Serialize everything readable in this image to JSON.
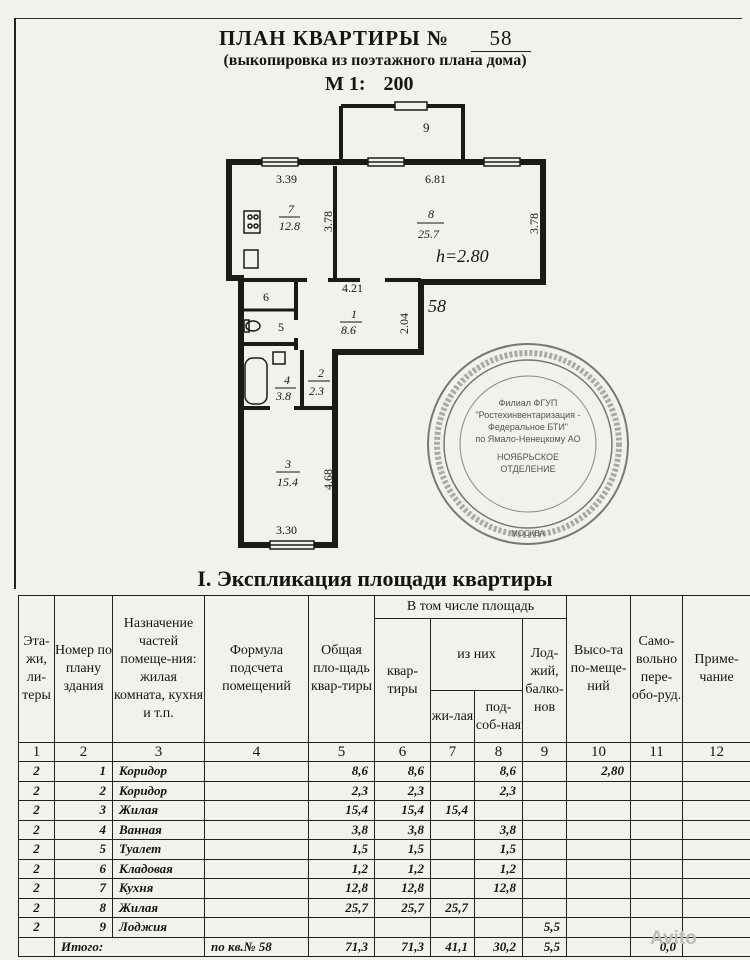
{
  "header": {
    "title": "ПЛАН КВАРТИРЫ №",
    "apartment_number": "58",
    "subtitle": "(выкопировка из поэтажного плана дома)",
    "scale_label": "М 1:",
    "scale_value": "200"
  },
  "plan": {
    "rooms": [
      {
        "num": "9",
        "area": ""
      },
      {
        "num": "7",
        "area": "12.8"
      },
      {
        "num": "8",
        "area": "25.7"
      },
      {
        "num": "6",
        "area": ""
      },
      {
        "num": "5",
        "area": ""
      },
      {
        "num": "1",
        "area": "8.6"
      },
      {
        "num": "4",
        "area": "3.8"
      },
      {
        "num": "2",
        "area": "2.3"
      },
      {
        "num": "3",
        "area": "15.4"
      }
    ],
    "dimensions": {
      "d339": "3.39",
      "d681": "6.81",
      "d378a": "3.78",
      "d378b": "3.78",
      "d421": "4.21",
      "d204": "2.04",
      "d468": "4.68",
      "d330": "3.30"
    },
    "handwritten_height": "h=2.80",
    "handwritten_number": "58"
  },
  "stamp": {
    "line1": "Филиал ФГУП",
    "line2": "\"Ростехинвентаризация -",
    "line3": "Федеральное БТИ\"",
    "line4": "по Ямало-Ненецкому АО",
    "line5": "НОЯБРЬСКОЕ",
    "line6": "ОТДЕЛЕНИЕ",
    "bottom": "МОСКВА"
  },
  "explication": {
    "title": "I. Экспликация площади квартиры",
    "headers": {
      "floors": "Эта-жи, ли-теры",
      "plan_number": "Номер по плану здания",
      "purpose": "Назначение частей помеще-ния: жилая комната, кухня и т.п.",
      "formula": "Формула подсчета помещений",
      "total_area": "Общая пло-щадь квар-тиры",
      "incl_area": "В том числе площадь",
      "apartment": "квар-тиры",
      "of_them": "из них",
      "living": "жи-лая",
      "auxiliary": "под-соб-ная",
      "loggia": "Лод-жий, балко-нов",
      "height": "Высо-та по-меще-ний",
      "unauthorized": "Само-вольно пере-обо-руд.",
      "note": "Приме-чание"
    },
    "column_numbers": [
      "1",
      "2",
      "3",
      "4",
      "5",
      "6",
      "7",
      "8",
      "9",
      "10",
      "11",
      "12"
    ],
    "rows": [
      {
        "floor": "2",
        "num": "1",
        "name": "Коридор",
        "formula": "",
        "total": "8,6",
        "apt": "8,6",
        "living": "",
        "aux": "8,6",
        "loggia": "",
        "height": "2,80",
        "unauth": "",
        "note": ""
      },
      {
        "floor": "2",
        "num": "2",
        "name": "Коридор",
        "formula": "",
        "total": "2,3",
        "apt": "2,3",
        "living": "",
        "aux": "2,3",
        "loggia": "",
        "height": "",
        "unauth": "",
        "note": ""
      },
      {
        "floor": "2",
        "num": "3",
        "name": "Жилая",
        "formula": "",
        "total": "15,4",
        "apt": "15,4",
        "living": "15,4",
        "aux": "",
        "loggia": "",
        "height": "",
        "unauth": "",
        "note": ""
      },
      {
        "floor": "2",
        "num": "4",
        "name": "Ванная",
        "formula": "",
        "total": "3,8",
        "apt": "3,8",
        "living": "",
        "aux": "3,8",
        "loggia": "",
        "height": "",
        "unauth": "",
        "note": ""
      },
      {
        "floor": "2",
        "num": "5",
        "name": "Туалет",
        "formula": "",
        "total": "1,5",
        "apt": "1,5",
        "living": "",
        "aux": "1,5",
        "loggia": "",
        "height": "",
        "unauth": "",
        "note": ""
      },
      {
        "floor": "2",
        "num": "6",
        "name": "Кладовая",
        "formula": "",
        "total": "1,2",
        "apt": "1,2",
        "living": "",
        "aux": "1,2",
        "loggia": "",
        "height": "",
        "unauth": "",
        "note": ""
      },
      {
        "floor": "2",
        "num": "7",
        "name": "Кухня",
        "formula": "",
        "total": "12,8",
        "apt": "12,8",
        "living": "",
        "aux": "12,8",
        "loggia": "",
        "height": "",
        "unauth": "",
        "note": ""
      },
      {
        "floor": "2",
        "num": "8",
        "name": "Жилая",
        "formula": "",
        "total": "25,7",
        "apt": "25,7",
        "living": "25,7",
        "aux": "",
        "loggia": "",
        "height": "",
        "unauth": "",
        "note": ""
      },
      {
        "floor": "2",
        "num": "9",
        "name": "Лоджия",
        "formula": "",
        "total": "",
        "apt": "",
        "living": "",
        "aux": "",
        "loggia": "5,5",
        "height": "",
        "unauth": "",
        "note": ""
      }
    ],
    "total_row": {
      "label": "Итого:",
      "formula": "по кв.№ 58",
      "total": "71,3",
      "apt": "71,3",
      "living": "41,1",
      "aux": "30,2",
      "loggia": "5,5",
      "height": "",
      "unauth": "0,0",
      "note": ""
    }
  },
  "watermark": "Avito"
}
